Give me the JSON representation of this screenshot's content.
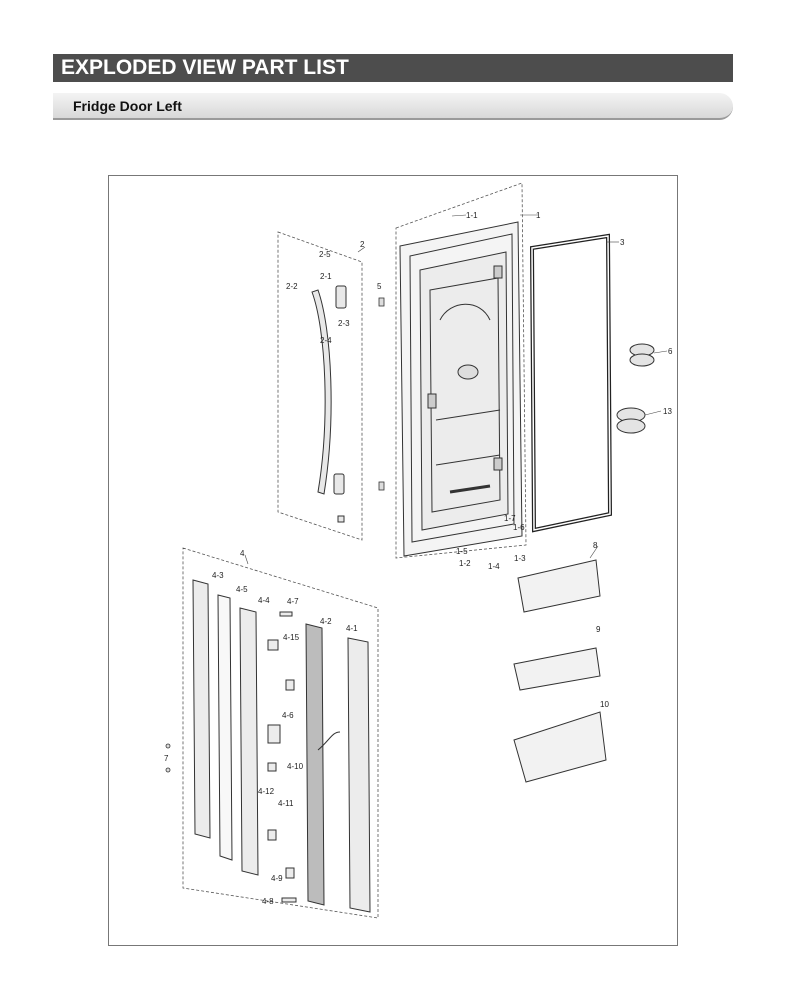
{
  "header": {
    "title": "EXPLODED VIEW PART LIST"
  },
  "section": {
    "title": "Fridge Door Left"
  },
  "callouts": [
    "1",
    "1-1",
    "1-2",
    "1-3",
    "1-4",
    "1-5",
    "1-6",
    "1-7",
    "2",
    "2-1",
    "2-2",
    "2-3",
    "2-4",
    "2-5",
    "3",
    "4",
    "4-1",
    "4-2",
    "4-3",
    "4-4",
    "4-5",
    "4-6",
    "4-7",
    "4-8",
    "4-9",
    "4-10",
    "4-11",
    "4-12",
    "4-15",
    "5",
    "6",
    "7",
    "8",
    "9",
    "10",
    "13"
  ]
}
